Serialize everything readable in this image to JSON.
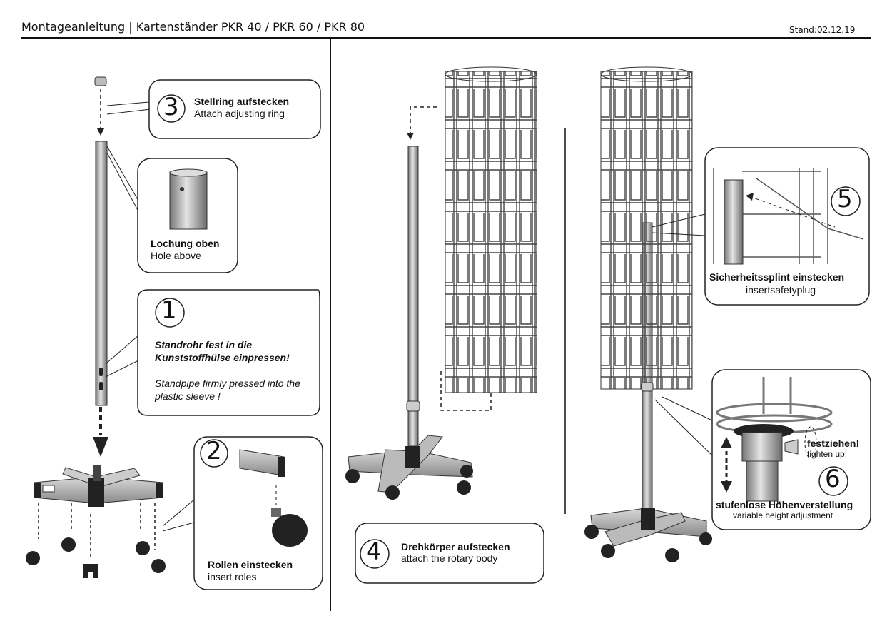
{
  "header": {
    "title": "Montageanleitung | Kartenständer PKR 40 / PKR 60 / PKR 80",
    "date": "Stand:02.12.19"
  },
  "steps": {
    "s1": {
      "num": "1",
      "de": "Standrohr fest in die Kunststoffhülse einpressen!",
      "en": "Standpipe firmly pressed into the plastic sleeve !"
    },
    "s2": {
      "num": "2",
      "de": "Rollen einstecken",
      "en": "insert roles"
    },
    "s3": {
      "num": "3",
      "de": "Stellring aufstecken",
      "en": "Attach adjusting ring"
    },
    "s4": {
      "num": "4",
      "de": "Drehkörper aufstecken",
      "en": "attach the rotary body"
    },
    "s5": {
      "num": "5",
      "de": "Sicherheitssplint einstecken",
      "en": "insertsafetyplug"
    },
    "s6": {
      "num": "6",
      "de": "stufenlose Höhenverstellung",
      "en": "variable height adjustment",
      "tighten_de": "festziehen!",
      "tighten_en": "tighten up!"
    }
  },
  "hole": {
    "de": "Lochung oben",
    "en": "Hole above"
  }
}
